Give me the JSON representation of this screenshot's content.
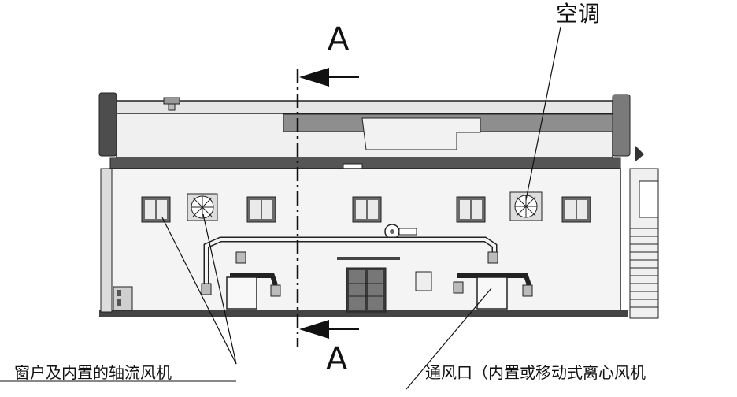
{
  "labels": {
    "section_top": "A",
    "section_bottom": "A",
    "air_conditioner": "空调",
    "window_fan": "窗户及内置的轴流风机",
    "vent": "通风口（内置或移动式离心风机"
  },
  "colors": {
    "wall": "#f4f4f4",
    "roof_dark": "#555555",
    "roof_mid": "#8e8e8e",
    "roof_light": "#e6e6e6",
    "line": "#222222",
    "window": "#6a6a6a"
  }
}
